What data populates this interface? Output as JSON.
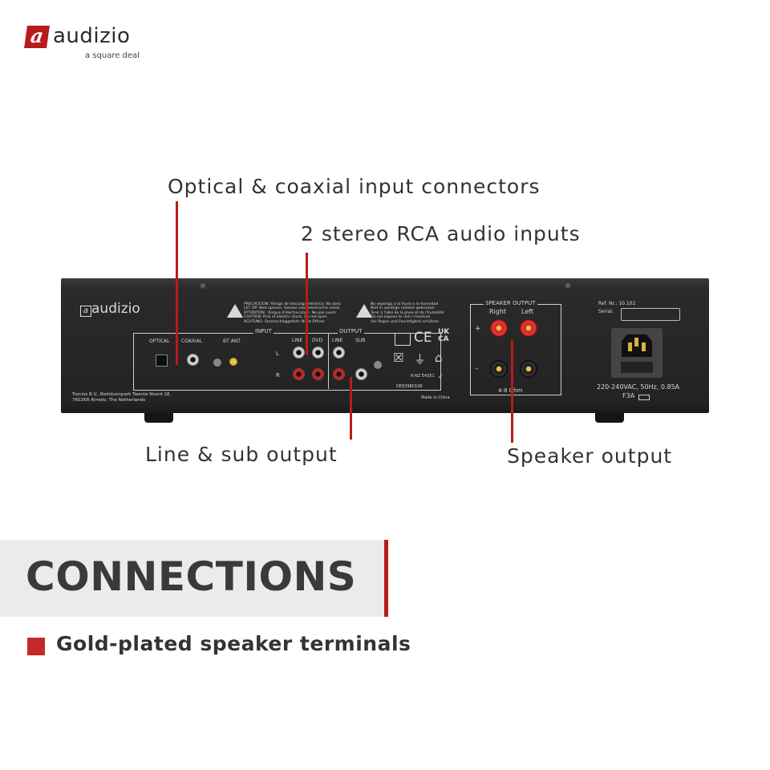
{
  "brand": {
    "mark": "a",
    "name": "audizio",
    "tagline": "a square deal",
    "accent_color": "#b71c1c"
  },
  "annotations": {
    "optical_coaxial": "Optical & coaxial input connectors",
    "rca_inputs": "2 stereo RCA audio inputs",
    "line_sub": "Line & sub output",
    "speaker": "Speaker output"
  },
  "device": {
    "logo": "audizio",
    "input_label": "INPUT",
    "output_label": "OUTPUT",
    "optical": "OPTICAL",
    "coaxial": "COAXIAL",
    "bt_ant": "BT ANT",
    "line_in": "LINE",
    "dvd": "DVD",
    "line_out": "LINE",
    "sub": "SUB",
    "ch_l": "L",
    "ch_r": "R",
    "warning_text": "PRECAUCION: Riesgo de descarga eléctrica. No abra\nLET OP: Niet openen. Gevaar voor electrische schok\nATTENTION : Risque d'électrocution. Ne pas ouvrir\nCAUTION: Risk of electric shock. Do not open\nACHTUNG: Stromschlaggefahr. Nicht Öffnen",
    "moisture_text": "No exponga a la lluvia o la humedad\nNiet in vochtige ruimtes gebruiken\nTenir à l'abri de la pluie et de l'humidité\nDo not expose to rain / moisture\nVor Regen und Feuchtigkeit schützen",
    "ce": "CE",
    "ukca": "UK\nCA",
    "rnz": "R-NZ E4351",
    "de_code": "DE93980108",
    "made_in": "Made in China",
    "address": "Tronios B.V., Bedrijvenpark Twente Noord 18,\n7602KR Almelo, The Netherlands",
    "speaker_output": "SPEAKER OUTPUT",
    "right": "Right",
    "left": "Left",
    "plus": "+",
    "minus": "–",
    "ohm": "4-8 Ohm",
    "ref": "Ref. Nr.: 10.102",
    "serial": "Serial:",
    "power": "220-240VAC, 50Hz, 0.85A",
    "fuse": "F3A"
  },
  "section": {
    "heading": "CONNECTIONS",
    "bullet": "Gold-plated speaker terminals"
  }
}
